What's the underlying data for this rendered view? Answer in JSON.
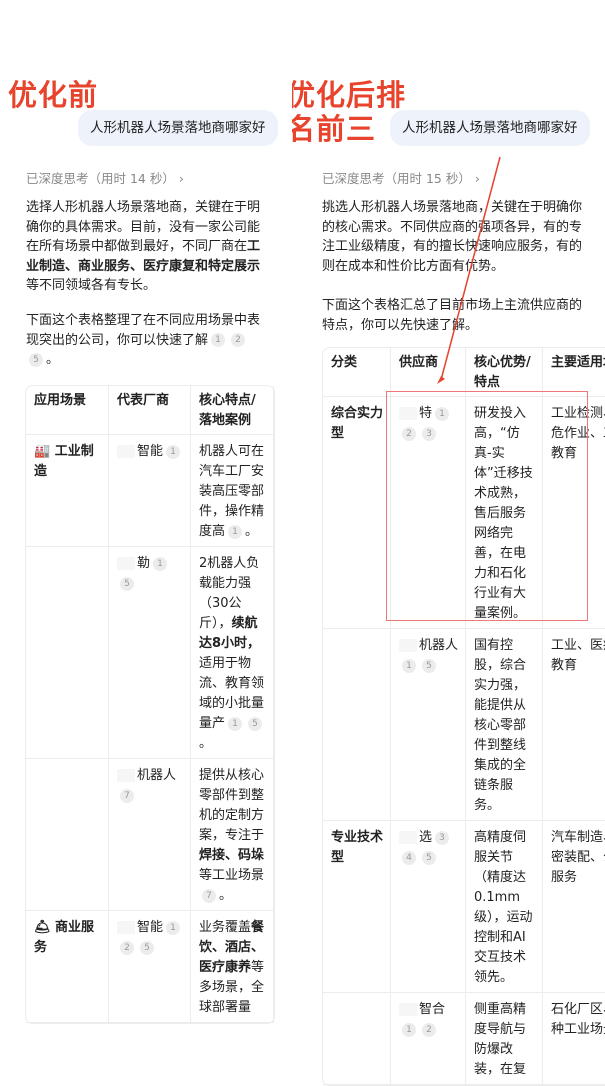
{
  "left": {
    "label": "优化前",
    "query": "人形机器人场景落地商哪家好",
    "thinking": "已深度思考（用时 14 秒）",
    "thinking_chevron": "chevron-right-icon",
    "para1": [
      {
        "t": "选择人形机器人场景落地商，关键在于明确你的具体需求。目前，没有一家公司能在所有场景中都做到最好，不同厂商在"
      },
      {
        "t": "工业制造、商业服务、医疗康复和特定展示",
        "b": true
      },
      {
        "t": "等不同领域各有专长。"
      }
    ],
    "para2": [
      {
        "t": "下面这个表格整理了在不同应用场景中表现突出的公司，你可以快速了解"
      },
      {
        "c": [
          1,
          2,
          5
        ]
      },
      {
        "t": "。"
      }
    ],
    "columns": [
      "应用场景",
      "代表厂商",
      "核心特点/落地案例"
    ],
    "rows": [
      {
        "scene": "🏭 工业制造",
        "vendor": "智能",
        "vendor_cites": [
          1
        ],
        "feature": [
          {
            "t": "机器人可在汽车工厂安装高压零部件，操作精度高"
          },
          {
            "c": [
              1
            ]
          },
          {
            "t": "。"
          }
        ]
      },
      {
        "scene": "",
        "vendor": "勒",
        "vendor_cites": [
          1,
          5
        ],
        "feature": [
          {
            "t": "2机器人负载能力强（30公斤），"
          },
          {
            "t": "续航达8小时，",
            "b": true
          },
          {
            "t": "适用于物流、教育领域的小批量量产"
          },
          {
            "c": [
              1,
              5
            ]
          },
          {
            "t": "。"
          }
        ]
      },
      {
        "scene": "",
        "vendor": "机器人",
        "vendor_cites": [
          7
        ],
        "feature": [
          {
            "t": "提供从核心零部件到整机的定制方案，专注于"
          },
          {
            "t": "焊接、码垛",
            "b": true
          },
          {
            "t": "等工业场景"
          },
          {
            "c": [
              7
            ]
          },
          {
            "t": "。"
          }
        ]
      },
      {
        "scene": "🛎 商业服务",
        "vendor": "智能",
        "vendor_cites": [
          1,
          2,
          5
        ],
        "feature": [
          {
            "t": "业务覆盖"
          },
          {
            "t": "餐饮、酒店、医疗康养",
            "b": true
          },
          {
            "t": "等多场景，全球部署量"
          }
        ]
      }
    ]
  },
  "right": {
    "label": "优化后排名前三",
    "query": "人形机器人场景落地商哪家好",
    "thinking": "已深度思考（用时 15 秒）",
    "thinking_chevron": "chevron-right-icon",
    "para1": [
      {
        "t": "挑选人形机器人场景落地商，关键在于明确你的核心需求。不同供应商的强项各异，有的专注工业级精度，有的擅长快速响应服务，有的则在成本和性价比方面有优势。"
      }
    ],
    "para2": [
      {
        "t": "下面这个表格汇总了目前市场上主流供应商的特点，你可以先快速了解。"
      }
    ],
    "columns": [
      "分类",
      "供应商",
      "核心优势/特点",
      "主要适用场景"
    ],
    "rows": [
      {
        "scene": "综合实力型",
        "vendor": "特",
        "vendor_cites": [
          1,
          2,
          3
        ],
        "feature": [
          {
            "t": "研发投入高，“仿真-实体”迁移技术成熟，售后服务网络完善，在电力和石化行业有大量案例。"
          }
        ],
        "use": "工业检测、高危作业、工业教育"
      },
      {
        "scene": "",
        "vendor": "机器人",
        "vendor_cites": [
          1,
          5
        ],
        "feature": [
          {
            "t": "国有控股，综合实力强，能提供从核心零部件到整线集成的全链条服务。"
          }
        ],
        "use": "工业、医疗、教育"
      },
      {
        "scene": "专业技术型",
        "vendor": "选",
        "vendor_cites": [
          3,
          4,
          5
        ],
        "feature": [
          {
            "t": "高精度伺服关节（精度达 0.1mm级），运动控制和AI交互技术领先。"
          }
        ],
        "use": "汽车制造、精密装配、公共服务"
      },
      {
        "scene": "",
        "vendor": "智合",
        "vendor_cites": [
          1,
          2
        ],
        "feature": [
          {
            "t": "侧重高精度导航与防爆改装，在复"
          }
        ],
        "use": "石化厂区、特种工业场景"
      }
    ]
  },
  "annotation_color": "#e8432c"
}
